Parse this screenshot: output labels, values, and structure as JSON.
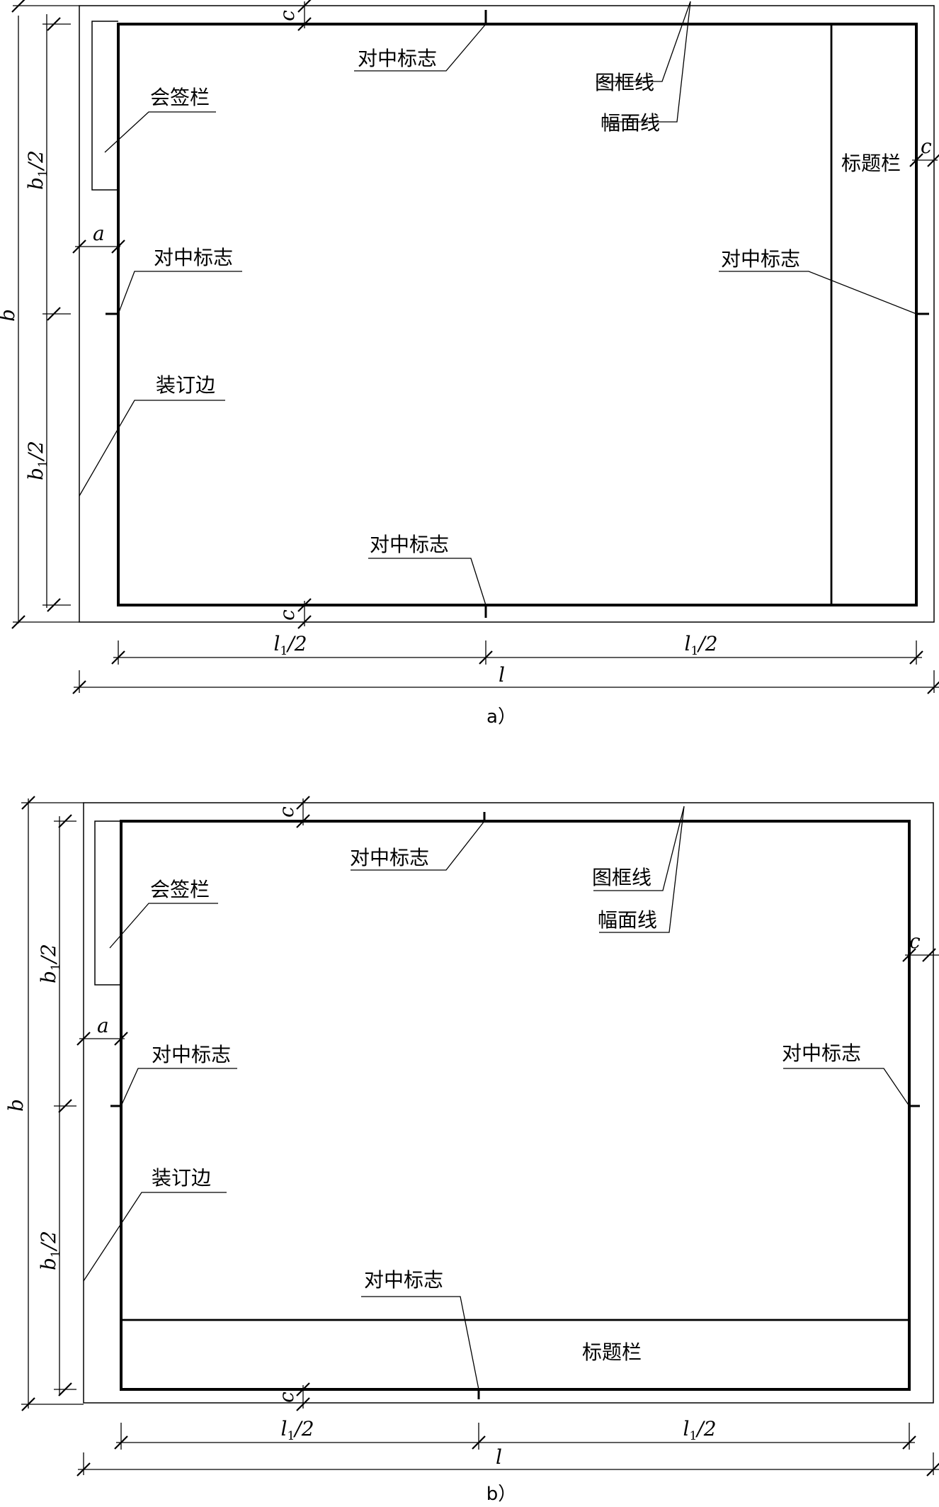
{
  "diagram_a": {
    "sheet_edge_label": "幅面线",
    "frame_line_label": "图框线",
    "title_block_label": "标题栏",
    "signature_block_label": "会签栏",
    "binding_edge_label": "装订边",
    "centering_mark_label": "对中标志",
    "dim_b": "b",
    "dim_b1_letter": "b",
    "dim_b1_sub": "1",
    "dim_b1_half": "/2",
    "dim_l": "l",
    "dim_l1_letter": "l",
    "dim_l1_sub": "1",
    "dim_l1_half": "/2",
    "dim_a": "a",
    "dim_c": "c",
    "caption": "a）"
  },
  "diagram_b": {
    "sheet_edge_label": "幅面线",
    "frame_line_label": "图框线",
    "title_block_label": "标题栏",
    "signature_block_label": "会签栏",
    "binding_edge_label": "装订边",
    "centering_mark_label": "对中标志",
    "dim_b": "b",
    "dim_b1_letter": "b",
    "dim_b1_sub": "1",
    "dim_b1_half": "/2",
    "dim_l": "l",
    "dim_l1_letter": "l",
    "dim_l1_sub": "1",
    "dim_l1_half": "/2",
    "dim_a": "a",
    "dim_c": "c",
    "caption": "b）"
  }
}
